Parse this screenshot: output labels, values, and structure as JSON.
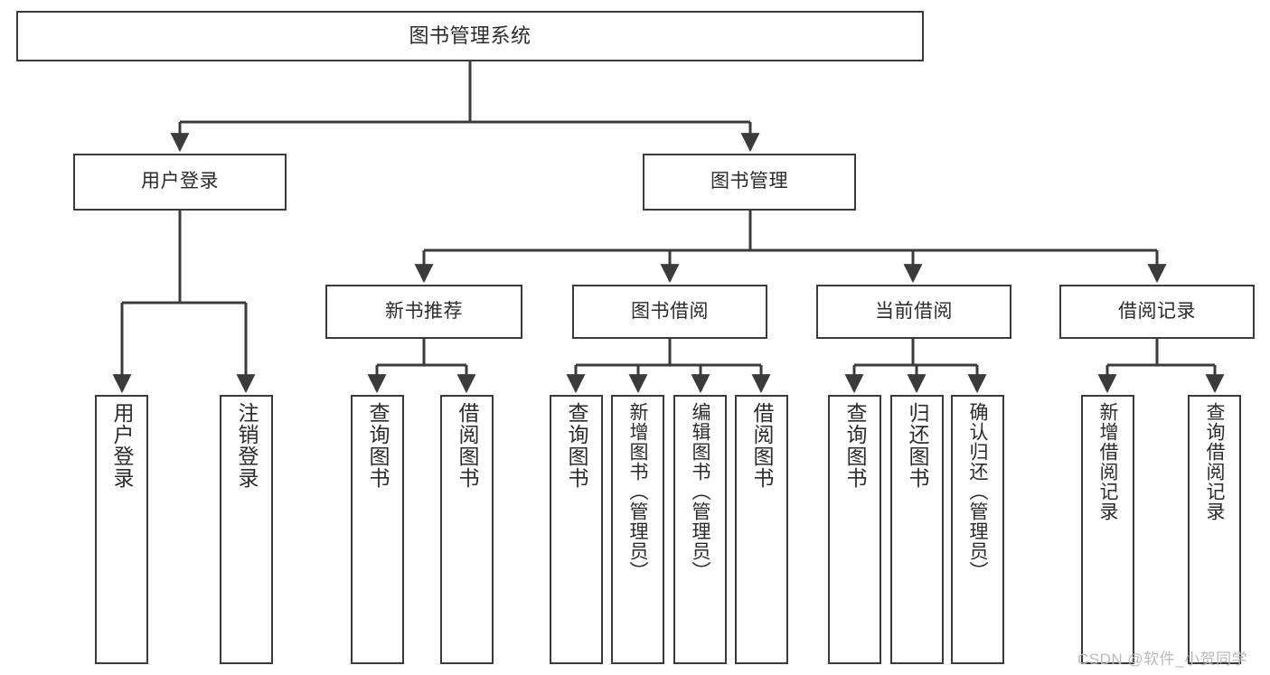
{
  "diagram": {
    "title": "图书管理系统",
    "type": "hierarchy-tree",
    "background_color": "#ffffff",
    "line_color": "#3b3b3b",
    "text_color": "#2b2b2b",
    "levels": 4
  },
  "nodes": {
    "root": {
      "label": "图书管理系统"
    },
    "level2": [
      {
        "label": "用户登录"
      },
      {
        "label": "图书管理"
      }
    ],
    "level3": [
      {
        "label": "新书推荐"
      },
      {
        "label": "图书借阅"
      },
      {
        "label": "当前借阅"
      },
      {
        "label": "借阅记录"
      }
    ],
    "login_children": [
      {
        "label": "用户登录"
      },
      {
        "label": "注销登录"
      }
    ],
    "recommend_children": [
      {
        "label": "查询图书"
      },
      {
        "label": "借阅图书"
      }
    ],
    "borrow_children": [
      {
        "label": "查询图书"
      },
      {
        "label": "新增图书（管理员）"
      },
      {
        "label": "编辑图书（管理员）"
      },
      {
        "label": "借阅图书"
      }
    ],
    "current_children": [
      {
        "label": "查询图书"
      },
      {
        "label": "归还图书"
      },
      {
        "label": "确认归还（管理员）"
      }
    ],
    "record_children": [
      {
        "label": "新增借阅记录"
      },
      {
        "label": "查询借阅记录"
      }
    ]
  },
  "watermark": {
    "text": "CSDN @软件_小贺同学",
    "color": "#b9b9b9"
  }
}
